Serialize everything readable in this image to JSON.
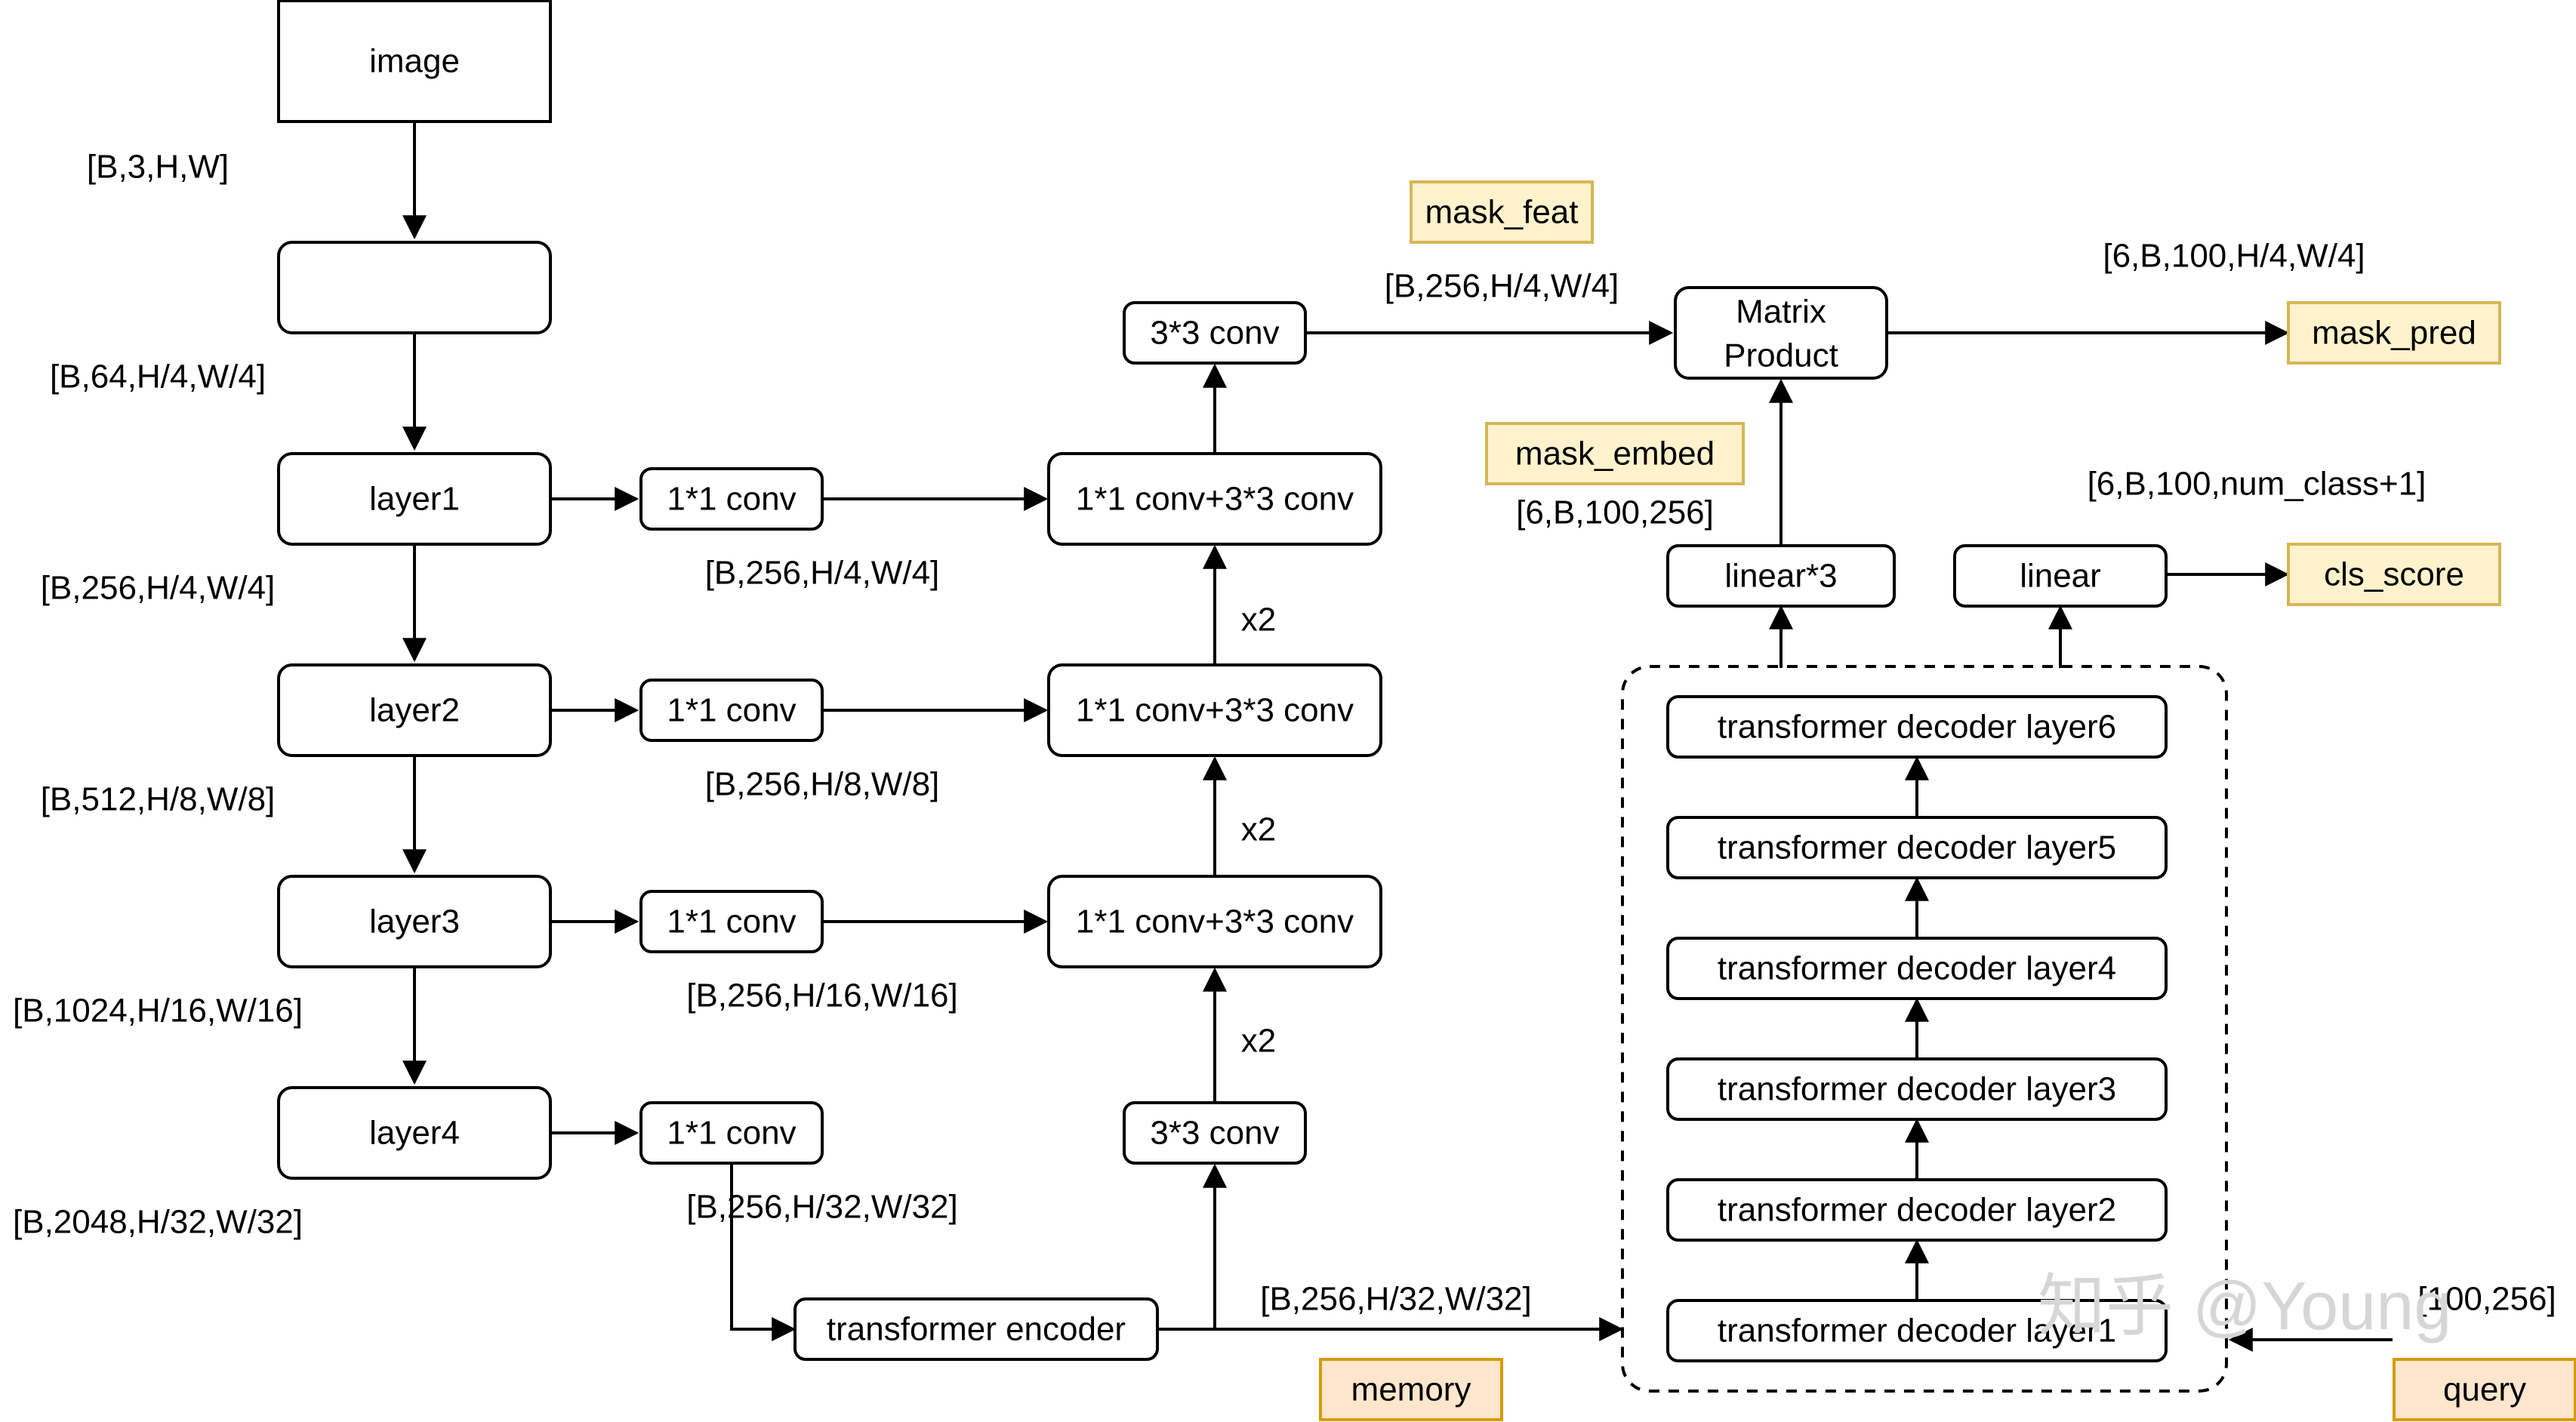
{
  "nodes": {
    "image": "image",
    "stem": "",
    "layer1": "layer1",
    "layer2": "layer2",
    "layer3": "layer3",
    "layer4": "layer4",
    "conv1x1_1": "1*1 conv",
    "conv1x1_2": "1*1 conv",
    "conv1x1_3": "1*1 conv",
    "conv1x1_4": "1*1 conv",
    "fuse_1": "1*1 conv+3*3 conv",
    "fuse_2": "1*1 conv+3*3 conv",
    "fuse_3": "1*1 conv+3*3 conv",
    "conv3x3_top": "3*3 conv",
    "conv3x3_bottom": "3*3 conv",
    "transformer_encoder": "transformer encoder",
    "matrix_product_line1": "Matrix",
    "matrix_product_line2": "Product",
    "linear3": "linear*3",
    "linear": "linear",
    "decoder_layer6": "transformer decoder layer6",
    "decoder_layer5": "transformer decoder layer5",
    "decoder_layer4": "transformer decoder layer4",
    "decoder_layer3": "transformer decoder layer3",
    "decoder_layer2": "transformer decoder layer2",
    "decoder_layer1": "transformer decoder layer1"
  },
  "highlights": {
    "mask_feat": "mask_feat",
    "mask_embed": "mask_embed",
    "mask_pred": "mask_pred",
    "cls_score": "cls_score",
    "memory": "memory",
    "query": "query"
  },
  "shapes": {
    "s_image": "[B,3,H,W]",
    "s_stem": "[B,64,H/4,W/4]",
    "s_layer1": "[B,256,H/4,W/4]",
    "s_layer2": "[B,512,H/8,W/8]",
    "s_layer3": "[B,1024,H/16,W/16]",
    "s_layer4": "[B,2048,H/32,W/32]",
    "s_conv1": "[B,256,H/4,W/4]",
    "s_conv2": "[B,256,H/8,W/8]",
    "s_conv3": "[B,256,H/16,W/16]",
    "s_conv4": "[B,256,H/32,W/32]",
    "s_encoder_out": "[B,256,H/32,W/32]",
    "s_mask_feat": "[B,256,H/4,W/4]",
    "s_mask_embed": "[6,B,100,256]",
    "s_mask_pred": "[6,B,100,H/4,W/4]",
    "s_cls_score": "[6,B,100,num_class+1]",
    "s_query": "[100,256]",
    "x2_a": "x2",
    "x2_b": "x2",
    "x2_c": "x2"
  },
  "watermark": "知乎 @Young",
  "colors": {
    "stroke": "#000000",
    "highlight_yellow_fill": "#fff2cc",
    "highlight_yellow_stroke": "#d6b656",
    "highlight_orange_fill": "#ffe6cc",
    "highlight_orange_stroke": "#d79b00",
    "watermark": "#d6d6d6"
  }
}
